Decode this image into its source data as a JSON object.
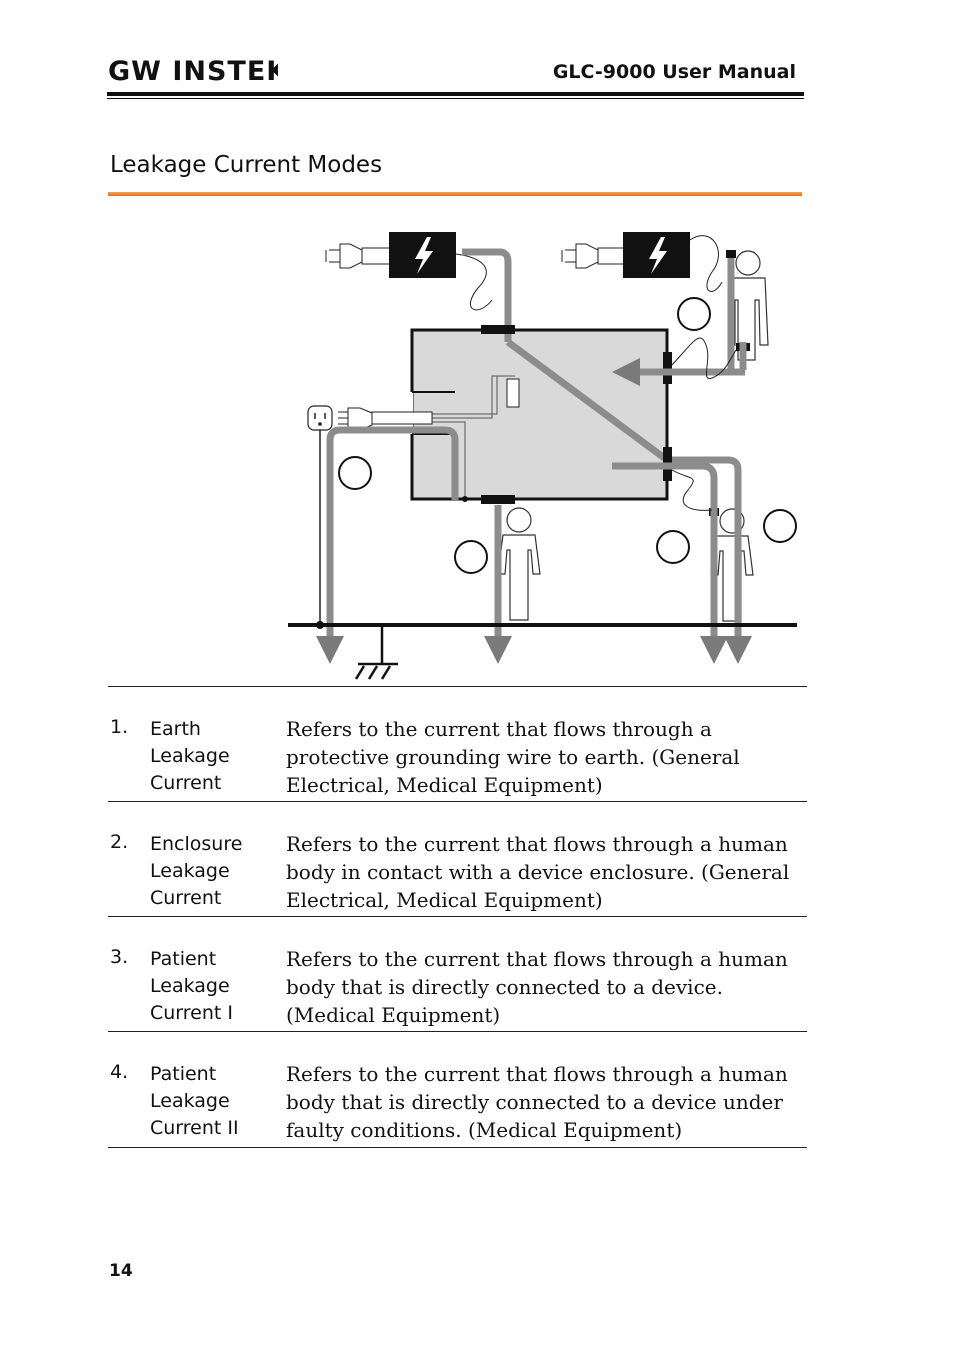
{
  "header": {
    "logo_text": "GW INSTEK",
    "manual_title": "GLC-9000 User Manual"
  },
  "section": {
    "title": "Leakage Current Modes"
  },
  "modes": [
    {
      "number": "1.",
      "term_lines": [
        "Earth",
        "Leakage",
        "Current"
      ],
      "description": "Refers to the current that flows through a protective grounding wire to earth. (General Electrical, Medical Equipment)"
    },
    {
      "number": "2.",
      "term_lines": [
        "Enclosure",
        "Leakage",
        "Current"
      ],
      "description": "Refers to the current that flows through a human body in contact with a device enclosure. (General Electrical, Medical Equipment)"
    },
    {
      "number": "3.",
      "term_lines": [
        "Patient",
        "Leakage",
        "Current I"
      ],
      "description": "Refers to the current that flows through a human body that is directly connected to a device. (Medical Equipment)"
    },
    {
      "number": "4.",
      "term_lines": [
        "Patient",
        "Leakage",
        "Current II"
      ],
      "description": "Refers to the current that flows through a human body that is directly connected to a device under faulty conditions.  (Medical Equipment)"
    }
  ],
  "footer": {
    "page_number": "14"
  }
}
